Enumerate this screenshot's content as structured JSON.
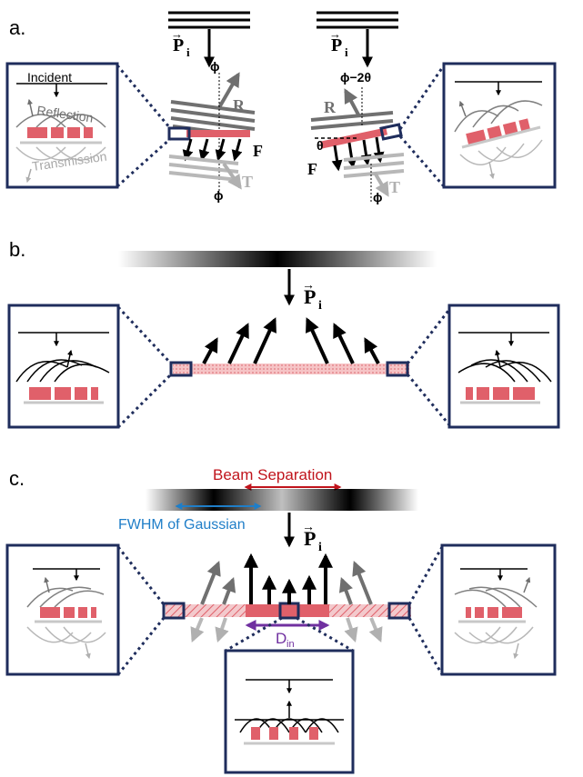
{
  "panels": {
    "a": {
      "label": "a."
    },
    "b": {
      "label": "b."
    },
    "c": {
      "label": "c."
    }
  },
  "vectors": {
    "P": "P",
    "P_sub": "i",
    "R": "R",
    "F": "F",
    "T": "T"
  },
  "angles": {
    "phi": "ϕ",
    "phi_minus_2theta": "ϕ−2θ",
    "theta": "θ"
  },
  "inset_labels": {
    "incident": "Incident",
    "reflection": "Reflection",
    "transmission": "Transmission"
  },
  "annotations": {
    "beam_separation": "Beam Separation",
    "fwhm": "FWHM of Gaussian",
    "d_in": "D",
    "d_in_sub": "in"
  },
  "colors": {
    "navy": "#1f2d5c",
    "pink": "#e0606a",
    "red_annotation": "#c0141c",
    "blue_annotation": "#1f7ec8",
    "purple_annotation": "#7030a0",
    "gray": "#7f7f7f",
    "light_gray": "#b0b0b0"
  }
}
